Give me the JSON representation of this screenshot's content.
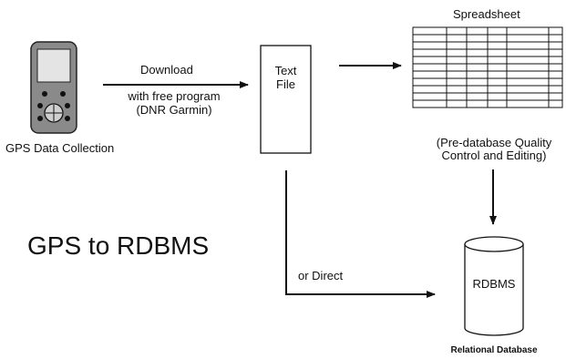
{
  "diagram": {
    "gps_label": "GPS Data Collection",
    "download_label": "Download",
    "program_line1": "with free program",
    "program_line2": "(DNR Garmin)",
    "text_file_line1": "Text",
    "text_file_line2": "File",
    "spreadsheet_label": "Spreadsheet",
    "qc_line1": "(Pre-database Quality",
    "qc_line2": "Control and Editing)",
    "direct_label": "or Direct",
    "rdbms_label": "RDBMS",
    "relational_db_label": "Relational Database",
    "title": "GPS to RDBMS"
  }
}
